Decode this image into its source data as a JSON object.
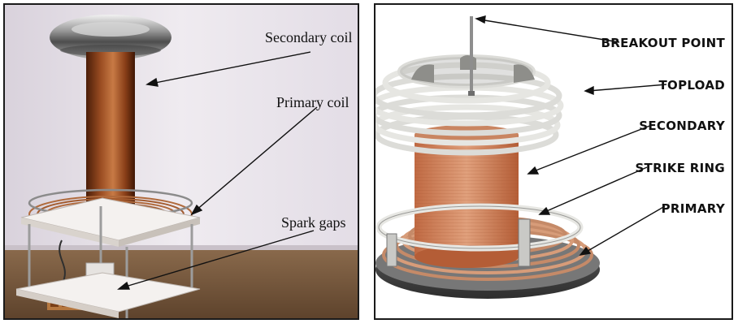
{
  "left_photo": {
    "labels": {
      "secondary_coil": "Secondary coil",
      "primary_coil": "Primary coil",
      "spark_gaps": "Spark gaps"
    }
  },
  "right_render": {
    "labels": {
      "breakout_point": "BREAKOUT POINT",
      "topload": "TOPLOAD",
      "secondary": "SECONDARY",
      "strike_ring": "STRIKE RING",
      "primary": "PRIMARY"
    }
  },
  "colors": {
    "copper": "#b8643a",
    "copper_dark": "#6e2f12",
    "wall": "#e9e3ea",
    "floor": "#7a5a3e",
    "render_gray": "#cfcfcc"
  }
}
